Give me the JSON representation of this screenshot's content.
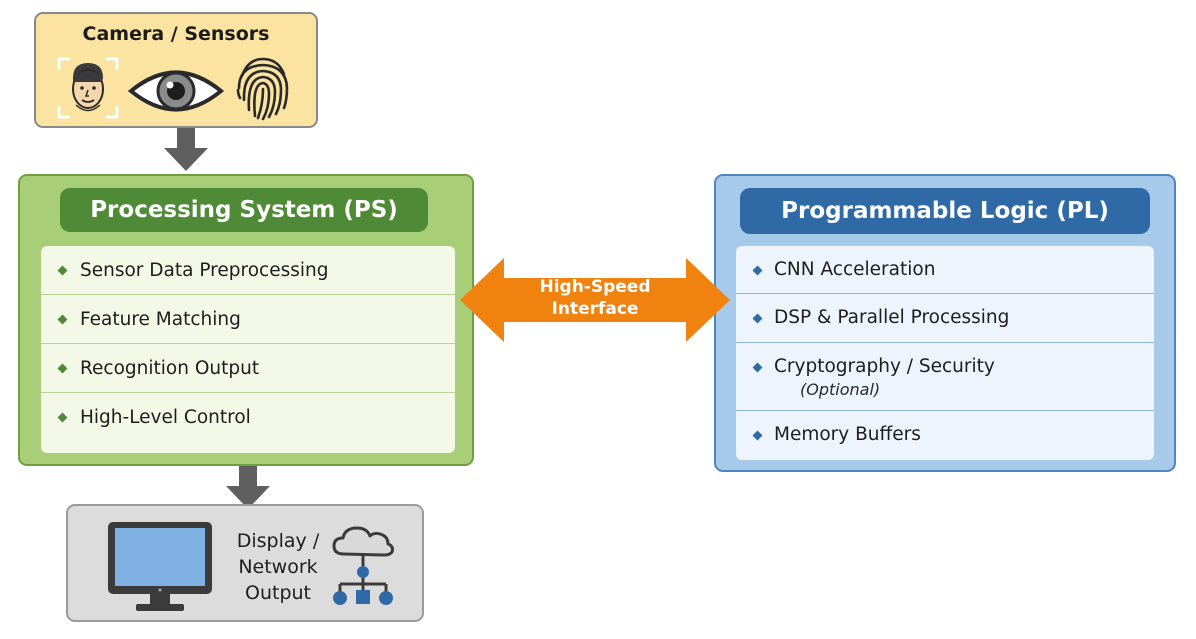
{
  "sensors": {
    "title": "Camera / Sensors",
    "icons": [
      "face-scan-icon",
      "eye-icon",
      "fingerprint-icon"
    ],
    "color": "#fbe4a2"
  },
  "processing_system": {
    "title": "Processing System (PS)",
    "items": [
      "Sensor Data Preprocessing",
      "Feature Matching",
      "Recognition Output",
      "High-Level Control"
    ],
    "color": "#4f8a36"
  },
  "programmable_logic": {
    "title": "Programmable Logic (PL)",
    "items": [
      {
        "label": "CNN Acceleration"
      },
      {
        "label": "DSP & Parallel Processing"
      },
      {
        "label": "Cryptography / Security",
        "note": "(Optional)"
      },
      {
        "label": "Memory Buffers"
      }
    ],
    "color": "#2f6aa6"
  },
  "interface": {
    "line1": "High-Speed",
    "line2": "Interface",
    "color": "#f0820f"
  },
  "output": {
    "line1": "Display /",
    "line2": "Network",
    "line3": "Output",
    "icons": [
      "monitor-icon",
      "cloud-network-icon"
    ]
  }
}
